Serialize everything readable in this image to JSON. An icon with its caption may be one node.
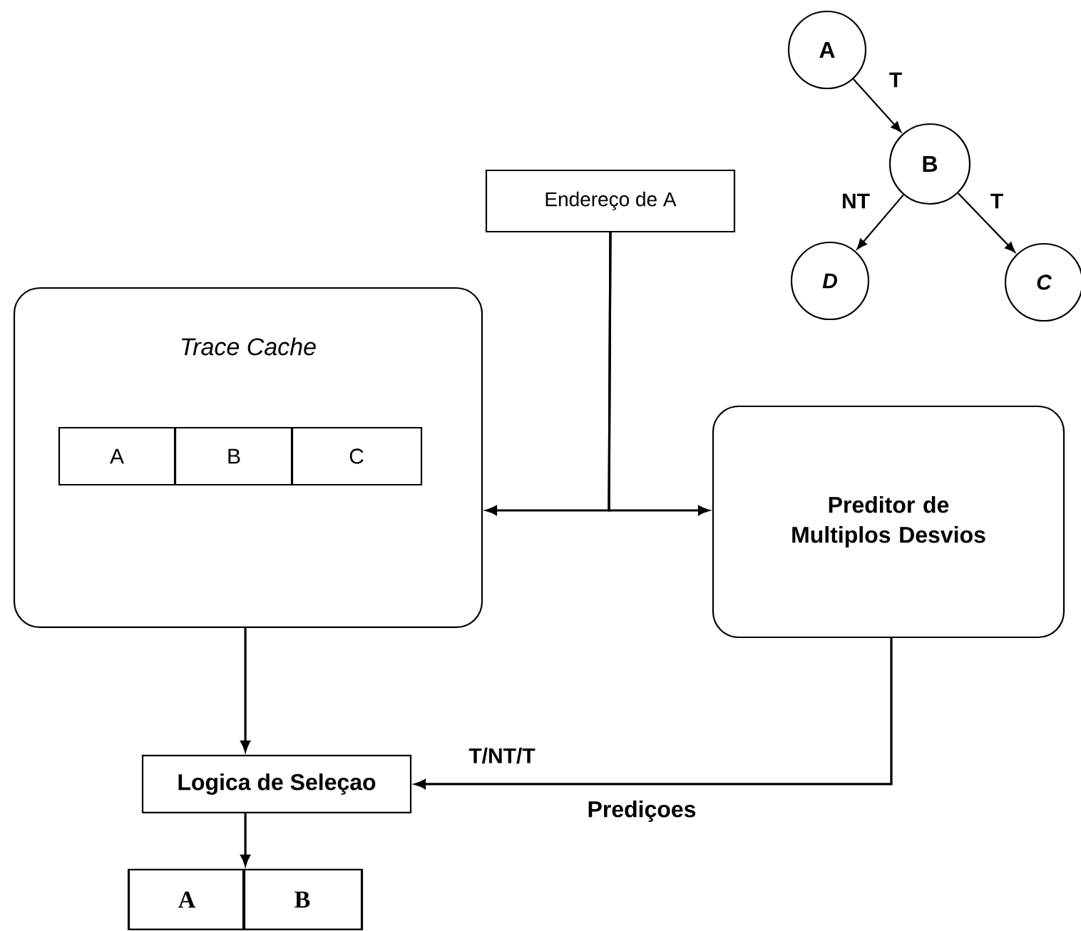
{
  "diagram": {
    "nodes": [
      {
        "text": [
          "Endereço de A"
        ]
      },
      {
        "text": [
          "Trace Cache"
        ]
      },
      {
        "text": [
          "A"
        ],
        "in": 1
      },
      {
        "text": [
          "B"
        ],
        "in": 1
      },
      {
        "text": [
          "C"
        ],
        "in": 1
      },
      {
        "text": [
          "Preditor de Multiplos Desvios"
        ]
      },
      {
        "text": [
          "Logica de Seleçao"
        ]
      },
      {
        "text": [],
        "shape": "box"
      },
      {
        "text": [
          "A"
        ],
        "in": 7
      },
      {
        "text": [
          "B"
        ],
        "in": 7
      },
      {
        "text": [
          "A"
        ]
      },
      {
        "text": [
          "B"
        ]
      },
      {
        "text": [
          "D"
        ]
      },
      {
        "text": [
          "C"
        ]
      }
    ],
    "edges": [
      {
        "from": 0,
        "to": 1,
        "arrow": "to"
      },
      {
        "from": 0,
        "to": 5,
        "arrow": "to"
      },
      {
        "from": 1,
        "to": 6,
        "arrow": "to"
      },
      {
        "from": 5,
        "to": 6,
        "arrow": "to",
        "label": "T/NT/T"
      },
      {
        "from": 6,
        "to": 7,
        "arrow": "to"
      },
      {
        "from": 10,
        "to": 11,
        "arrow": "to",
        "label": "T"
      },
      {
        "from": 11,
        "to": 12,
        "arrow": "to",
        "label": "NT"
      },
      {
        "from": 11,
        "to": 13,
        "arrow": "to",
        "label": "T"
      }
    ],
    "labels": [
      "Prediçoes"
    ]
  }
}
